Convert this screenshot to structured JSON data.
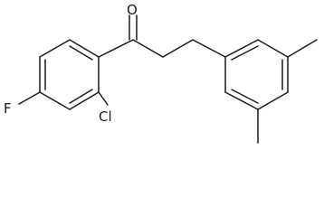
{
  "molecule": {
    "atoms": {
      "oxygen": "O",
      "fluorine": "F",
      "chlorine": "Cl"
    }
  },
  "colors": {
    "bond": "#1a1a1a",
    "background": "#ffffff"
  }
}
